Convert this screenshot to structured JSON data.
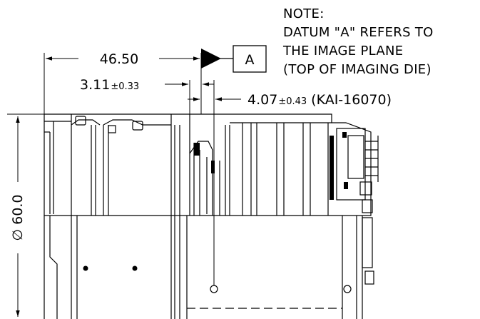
{
  "note": {
    "line1": "NOTE:",
    "line2": "DATUM \"A\" REFERS TO",
    "line3": "THE IMAGE PLANE",
    "line4": "(TOP OF IMAGING DIE)"
  },
  "dimensions": {
    "overall_length": "46.50",
    "offset_value": "3.11",
    "offset_tolerance": "±0.33",
    "sensor_value": "4.07",
    "sensor_tolerance": "±0.43",
    "sensor_model": "(KAI-16070)",
    "diameter": "∅ 60.0"
  },
  "datum": {
    "label": "A"
  }
}
